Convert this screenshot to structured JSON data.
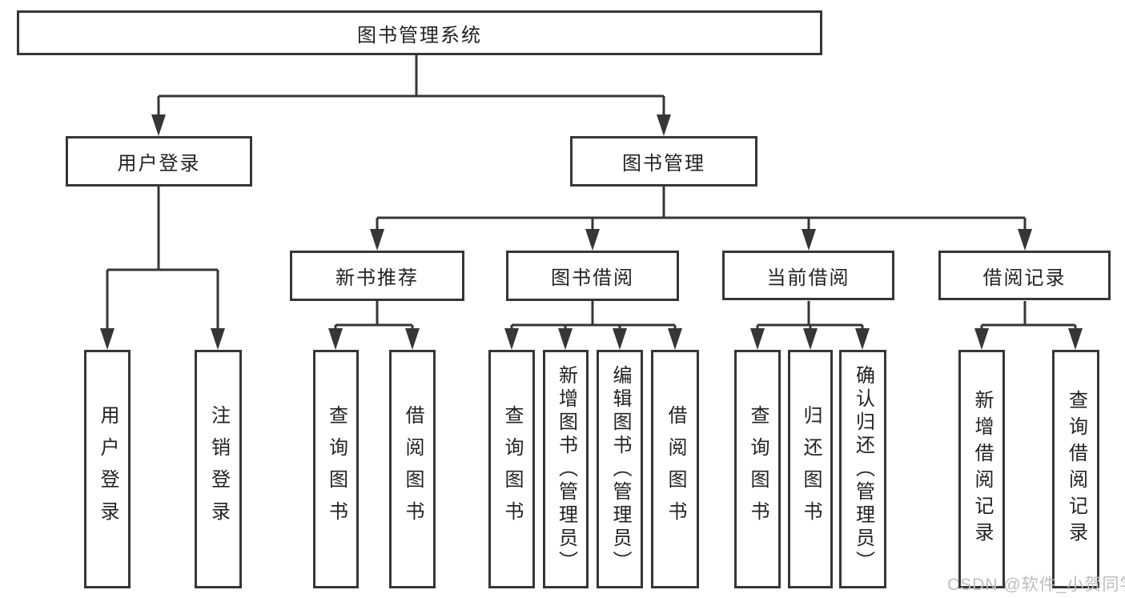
{
  "tree": {
    "root": {
      "label": "图书管理系统"
    },
    "branches": [
      {
        "label": "用户登录",
        "children": [
          {
            "label": "用户登录"
          },
          {
            "label": "注销登录"
          }
        ]
      },
      {
        "label": "图书管理",
        "sections": [
          {
            "label": "新书推荐",
            "children": [
              {
                "label": "查询图书"
              },
              {
                "label": "借阅图书"
              }
            ]
          },
          {
            "label": "图书借阅",
            "children": [
              {
                "label": "查询图书"
              },
              {
                "label": "新增图书（管理员）"
              },
              {
                "label": "编辑图书（管理员）"
              },
              {
                "label": "借阅图书"
              }
            ]
          },
          {
            "label": "当前借阅",
            "children": [
              {
                "label": "查询图书"
              },
              {
                "label": "归还图书"
              },
              {
                "label": "确认归还（管理员）"
              }
            ]
          },
          {
            "label": "借阅记录",
            "children": [
              {
                "label": "新增借阅记录"
              },
              {
                "label": "查询借阅记录"
              }
            ]
          }
        ]
      }
    ]
  },
  "watermark": {
    "text": "CSDN @软件_小贺同学",
    "color": "#bdbdbd"
  },
  "colors": {
    "line": "#363636",
    "box_border": "#363636",
    "box_fill": "#ffffff",
    "text": "#222222",
    "background": "#ffffff"
  }
}
